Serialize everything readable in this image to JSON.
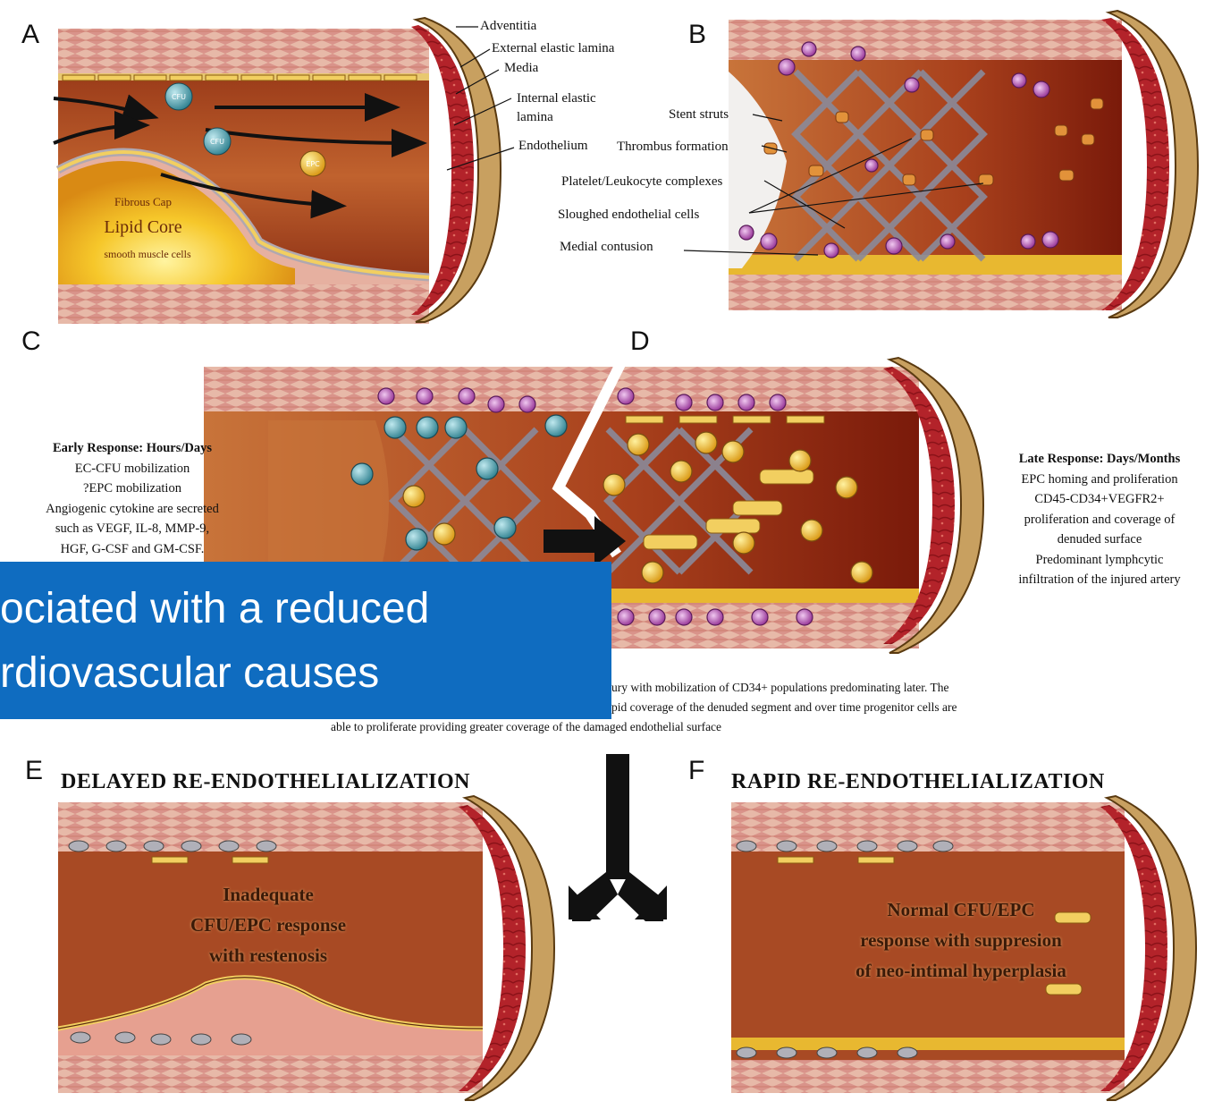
{
  "panels": {
    "A": {
      "label": "A",
      "layers": [
        "Adventitia",
        "External elastic lamina",
        "Media",
        "Internal elastic lamina",
        "Endothelium"
      ],
      "plaque": {
        "cap": "Fibrous Cap",
        "core": "Lipid Core",
        "cells": "smooth muscle cells"
      },
      "cells": [
        "CFU",
        "CFU",
        "EPC"
      ]
    },
    "B": {
      "label": "B",
      "annotations": [
        "Stent struts",
        "Thrombus formation",
        "Platelet/Leukocyte complexes",
        "Sloughed endothelial cells",
        "Medial contusion"
      ]
    },
    "C": {
      "label": "C",
      "early_title": "Early Response: Hours/Days",
      "early_lines": [
        "EC-CFU mobilization",
        "?EPC mobilization",
        "Angiogenic cytokine are secreted",
        "such as VEGF, IL-8, MMP-9,",
        "HGF, G-CSF and GM-CSF."
      ]
    },
    "D": {
      "label": "D",
      "late_title": "Late Response: Days/Months",
      "late_lines": [
        "EPC homing and proliferation",
        "CD45-CD34+VEGFR2+",
        "proliferation and coverage of",
        "denuded surface",
        "Predominant lymphcytic",
        "infiltration of the injured artery"
      ]
    },
    "caption_lines": [
      "ury with mobilization of CD34+ populations predominating later. The",
      "pid coverage of the denuded segment and over time progenitor cells are",
      "able to proliferate providing greater coverage of the damaged endothelial surface"
    ],
    "E": {
      "label": "E",
      "title": "DELAYED RE-ENDOTHELIALIZATION",
      "text": [
        "Inadequate",
        "CFU/EPC response",
        "with restenosis"
      ]
    },
    "F": {
      "label": "F",
      "title": "RAPID RE-ENDOTHELIALIZATION",
      "text": [
        "Normal CFU/EPC",
        "response with suppresion",
        "of neo-intimal hyperplasia"
      ]
    }
  },
  "banner": {
    "lines": [
      "ociated with a reduced",
      "rdiovascular causes"
    ],
    "color": "#0f6cc0"
  },
  "colors": {
    "lumen": "#b04a22",
    "media": "#b8242a",
    "adventitia": "#b89a60",
    "lipid": "#f0c020",
    "cfu": "#3a9aa8",
    "epc": "#e8b020"
  }
}
